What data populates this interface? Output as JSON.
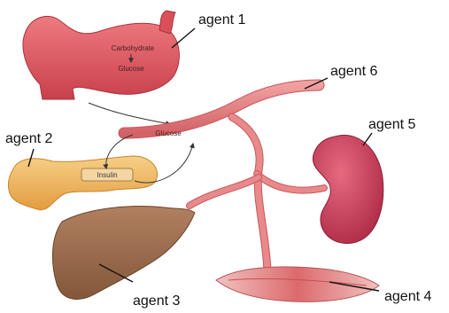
{
  "agents": {
    "agent1": "agent 1",
    "agent2": "agent 2",
    "agent3": "agent 3",
    "agent4": "agent 4",
    "agent5": "agent 5",
    "agent6": "agent 6"
  },
  "stomach": {
    "line1": "Carbohydrate",
    "line2": "Glucose"
  },
  "blood_vessel": {
    "label": "Glucose"
  },
  "pancreas": {
    "label": "Insulin"
  },
  "colors": {
    "stomach": "#dd5a63",
    "vessel": "#e07b7c",
    "pancreas": "#f0b560",
    "liver": "#9a6a48",
    "kidney": "#c63b55",
    "muscle": "#e38a88"
  }
}
